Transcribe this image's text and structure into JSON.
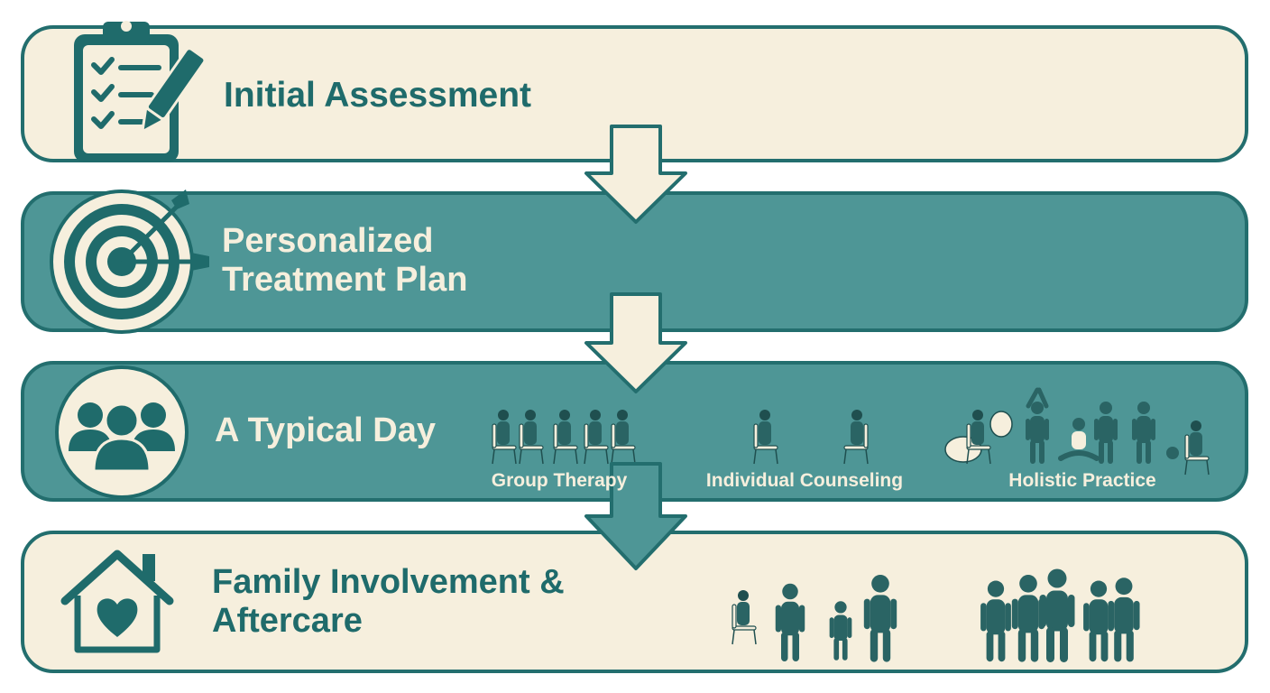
{
  "colors": {
    "cream": "#f6efdd",
    "teal": "#4e9696",
    "teal_dark": "#1f6b6b",
    "outline": "#236e6e"
  },
  "steps": [
    {
      "id": "initial-assessment",
      "icon": "clipboard-checklist-icon",
      "title": "Initial Assessment",
      "theme": "light"
    },
    {
      "id": "treatment-plan",
      "icon": "target-arrow-icon",
      "title": "Personalized Treatment Plan",
      "theme": "dark"
    },
    {
      "id": "typical-day",
      "icon": "group-people-icon",
      "title": "A Typical Day",
      "theme": "dark",
      "activities": [
        {
          "label": "Group Therapy",
          "icon": "group-therapy-icon"
        },
        {
          "label": "Individual Counseling",
          "icon": "individual-counseling-icon"
        },
        {
          "label": "Holistic Practice",
          "icon": "holistic-practice-icon"
        }
      ]
    },
    {
      "id": "family-aftercare",
      "icon": "house-heart-icon",
      "title": "Family Involvement & Aftercare",
      "theme": "light",
      "illustrations": [
        "family-group-icon",
        "community-group-icon"
      ]
    }
  ]
}
